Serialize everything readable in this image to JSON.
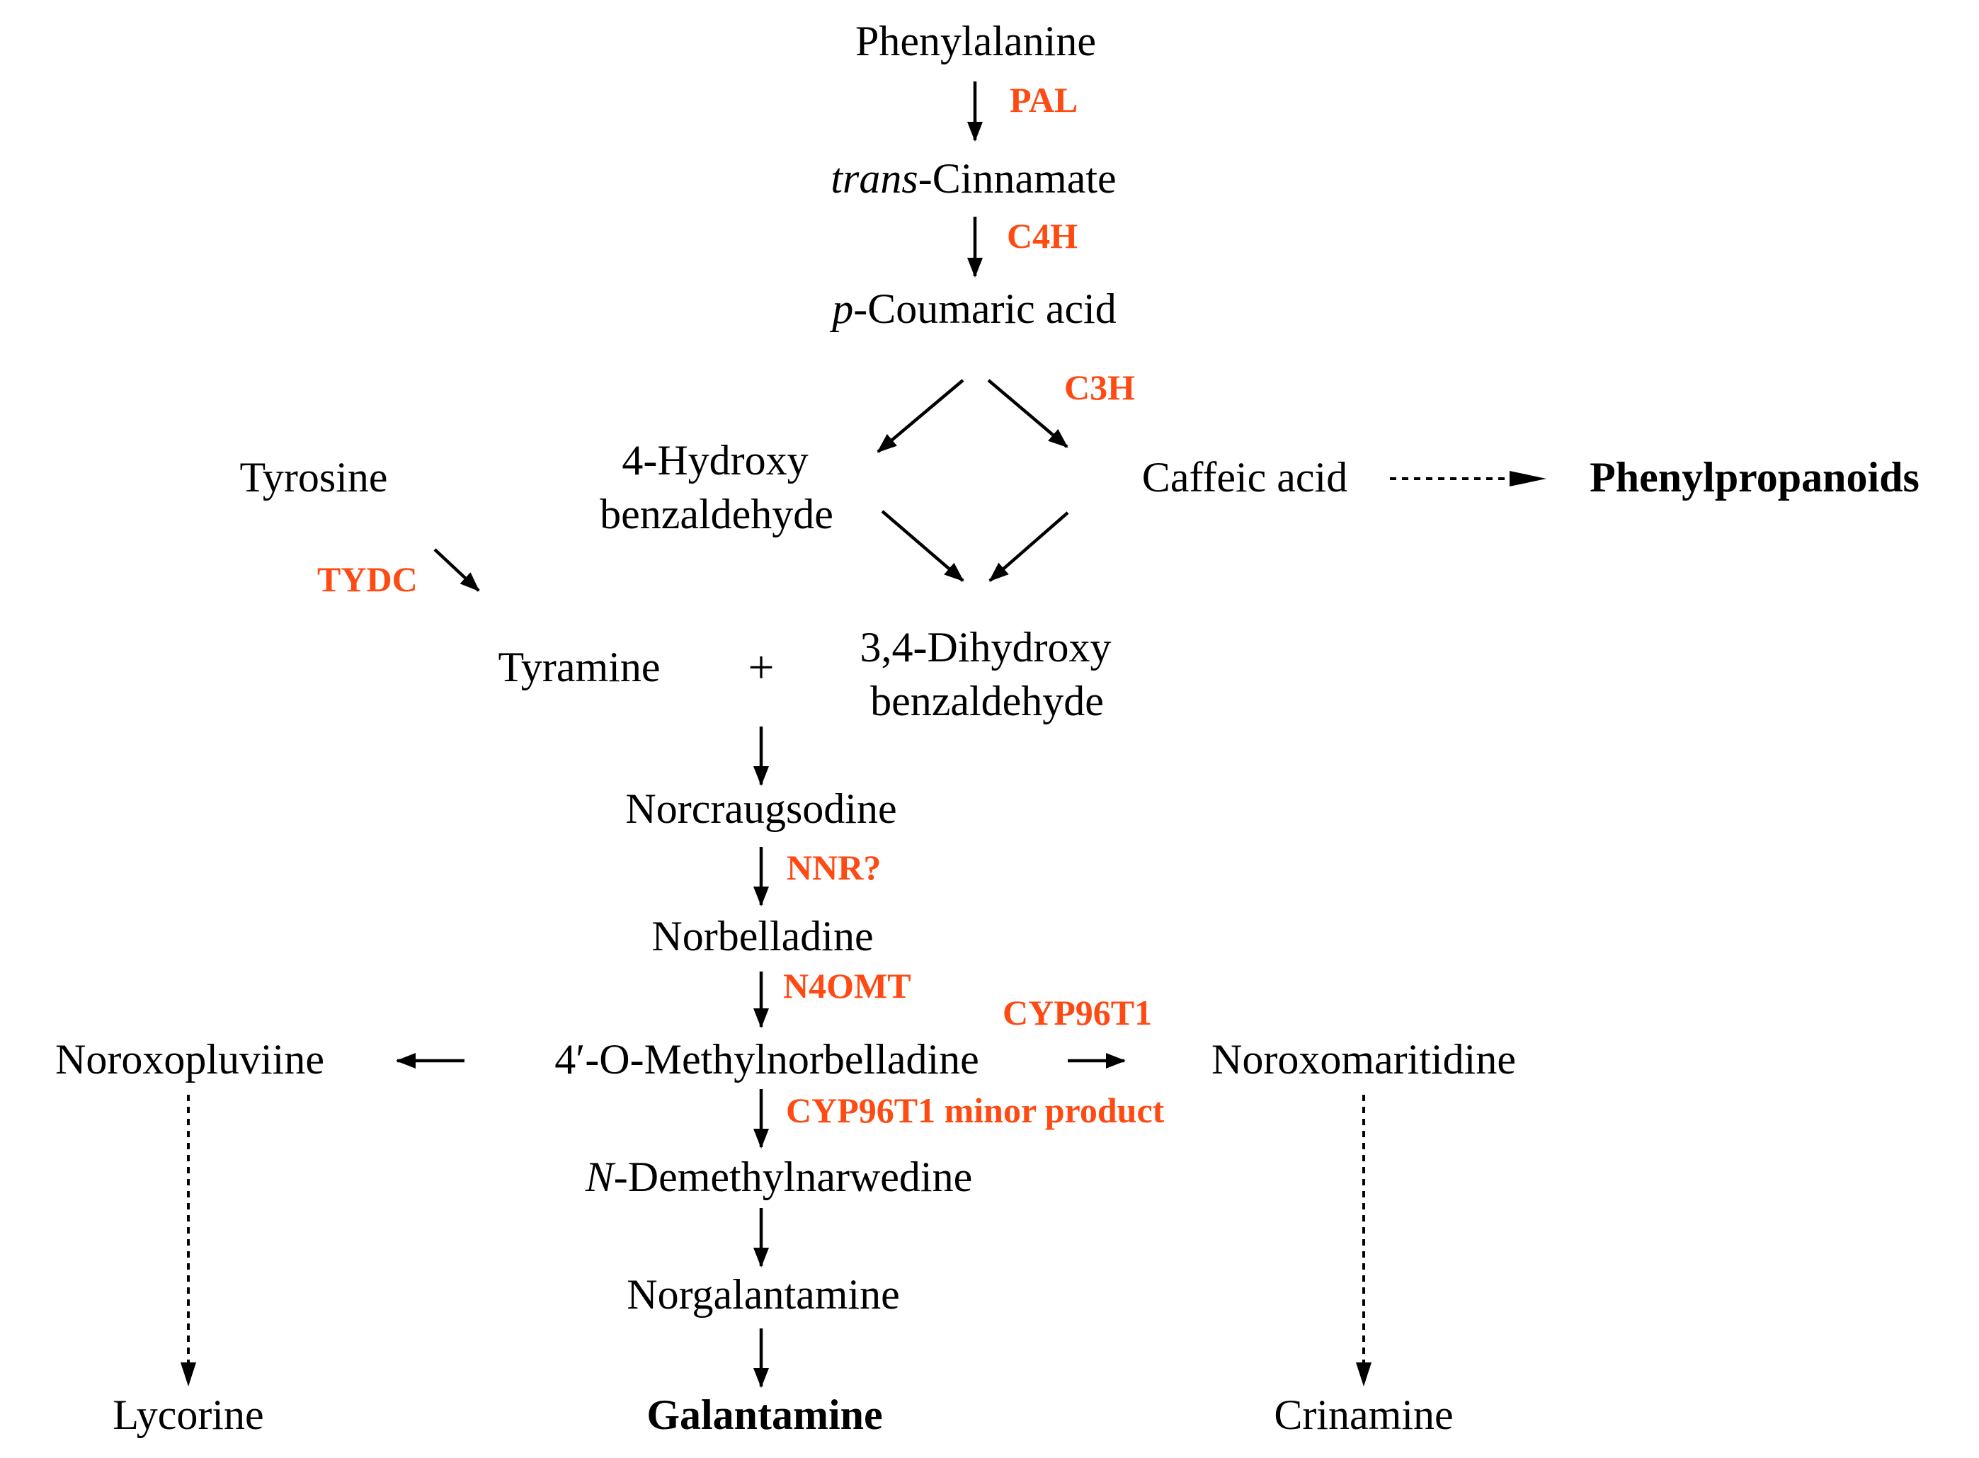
{
  "colors": {
    "text": "#000000",
    "enzyme": "#ff4a14",
    "arrow": "#000000"
  },
  "compounds": {
    "phenylalanine": "Phenylalanine",
    "trans_cinnamate_italic": "trans",
    "trans_cinnamate_rest": "-Cinnamate",
    "p_coumaric_italic": "p",
    "p_coumaric_rest": "-Coumaric acid",
    "hydroxybenzaldehyde_line1": "4-Hydroxy",
    "hydroxybenzaldehyde_line2": "benzaldehyde",
    "caffeic_acid": "Caffeic acid",
    "phenylpropanoids": "Phenylpropanoids",
    "tyrosine": "Tyrosine",
    "tyramine": "Tyramine",
    "plus": "+",
    "dihydroxybenzaldehyde_line1": "3,4-Dihydroxy",
    "dihydroxybenzaldehyde_line2": "benzaldehyde",
    "norcraugsodine": "Norcraugsodine",
    "norbelladine": "Norbelladine",
    "methylnorbelladine": "4′-O-Methylnorbelladine",
    "noroxopluviine": "Noroxopluviine",
    "noroxomaritidine": "Noroxomaritidine",
    "demethylnarwedine_italic": "N",
    "demethylnarwedine_rest": "-Demethylnarwedine",
    "norgalantamine": "Norgalantamine",
    "lycorine": "Lycorine",
    "galantamine": "Galantamine",
    "crinamine": "Crinamine"
  },
  "enzymes": {
    "pal": "PAL",
    "c4h": "C4H",
    "c3h": "C3H",
    "tydc": "TYDC",
    "nnr": "NNR?",
    "n4omt": "N4OMT",
    "cyp96t1": "CYP96T1",
    "cyp96t1_minor": "CYP96T1 minor product"
  }
}
